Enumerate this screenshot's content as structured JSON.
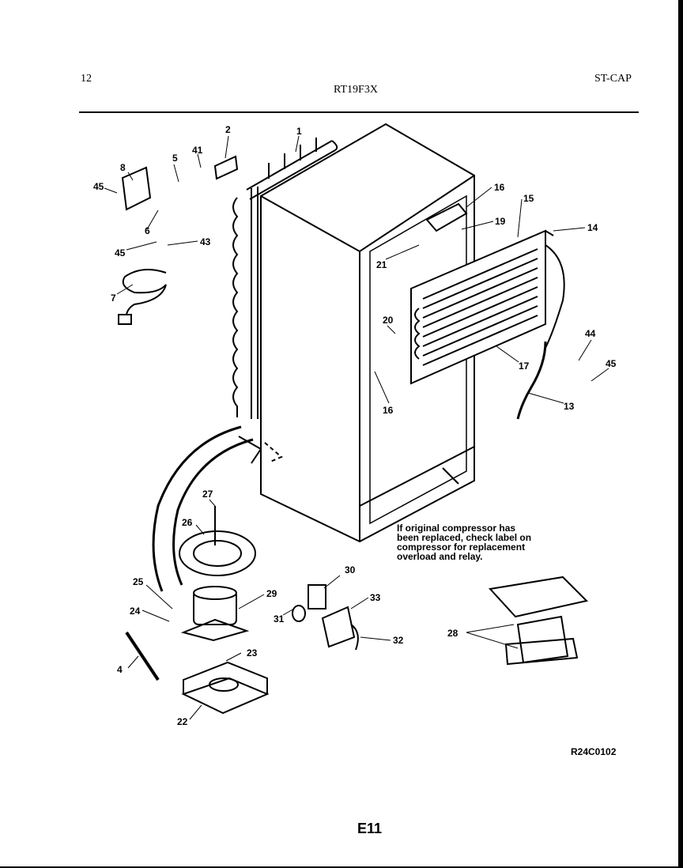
{
  "header": {
    "page_number": "12",
    "model": "RT19F3X",
    "section": "ST-CAP"
  },
  "callouts": {
    "c1": "1",
    "c2": "2",
    "c4": "4",
    "c5": "5",
    "c6": "6",
    "c7": "7",
    "c8": "8",
    "c13": "13",
    "c14": "14",
    "c15": "15",
    "c16a": "16",
    "c16b": "16",
    "c17": "17",
    "c19": "19",
    "c20": "20",
    "c21": "21",
    "c22": "22",
    "c23": "23",
    "c24": "24",
    "c25": "25",
    "c26": "26",
    "c27": "27",
    "c28": "28",
    "c29": "29",
    "c30": "30",
    "c31": "31",
    "c32": "32",
    "c33": "33",
    "c41": "41",
    "c43": "43",
    "c44": "44",
    "c45a": "45",
    "c45b": "45",
    "c45c": "45"
  },
  "note": {
    "line1": "If original compressor has",
    "line2": "been replaced, check label on",
    "line3": "compressor for replacement",
    "line4": "overload and relay."
  },
  "reference_code": "R24C0102",
  "footer_code": "E11"
}
